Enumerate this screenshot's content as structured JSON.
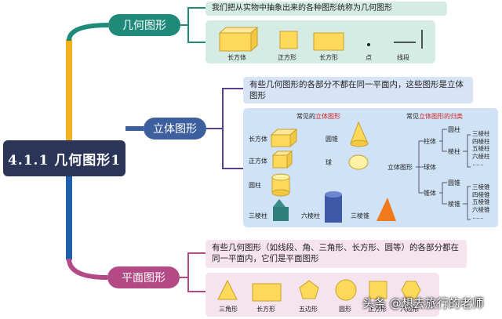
{
  "root": {
    "title": "4.1.1 几何图形1"
  },
  "branches": {
    "geometry": {
      "label": "几何图形",
      "description": "我们把从实物中抽象出来的各种图形统称为几何图形",
      "shapes": [
        "长方体",
        "正方形",
        "长方形",
        "点",
        "线段"
      ]
    },
    "solid": {
      "label": "立体图形",
      "description": "有些几何图形的各部分不都在同一平面内，这些图形是立体图形",
      "common_title_prefix": "常见的",
      "common_title_highlight": "立体图形",
      "class_title_prefix": "常见",
      "class_title_highlight": "立体图形的归类",
      "examples": [
        "长方体",
        "圆锥",
        "正方体",
        "球",
        "圆柱",
        "三棱柱",
        "六棱柱",
        "三棱锥"
      ],
      "classification": {
        "root": "立体图形",
        "groups": [
          "柱体",
          "球体",
          "锥体"
        ],
        "pillar_sub": [
          "圆柱",
          "棱柱"
        ],
        "prism_items": [
          "三棱柱",
          "四棱柱",
          "五棱柱",
          "六棱柱",
          "……"
        ],
        "cone_sub": [
          "圆锥",
          "棱锥"
        ],
        "pyramid_items": [
          "三棱锥",
          "四棱锥",
          "五棱锥",
          "六棱锥",
          "……"
        ]
      }
    },
    "plane": {
      "label": "平面图形",
      "description": "有些几何图形（如线段、角、三角形、长方形、圆等）的各部分都在同一平面内，它们是平面图形",
      "shapes": [
        "三角形",
        "长方形",
        "五边形",
        "圆形",
        "正方形",
        "六边形"
      ]
    }
  },
  "watermark": "头条 @想去旅行的老师",
  "colors": {
    "root": "#2a3558",
    "trunk_top": "#f3b122",
    "trunk_bottom": "#1f5fae",
    "geometry": "#1f8a7a",
    "solid": "#3d5f9e",
    "plane": "#b34a86",
    "highlight": "#d02222"
  }
}
